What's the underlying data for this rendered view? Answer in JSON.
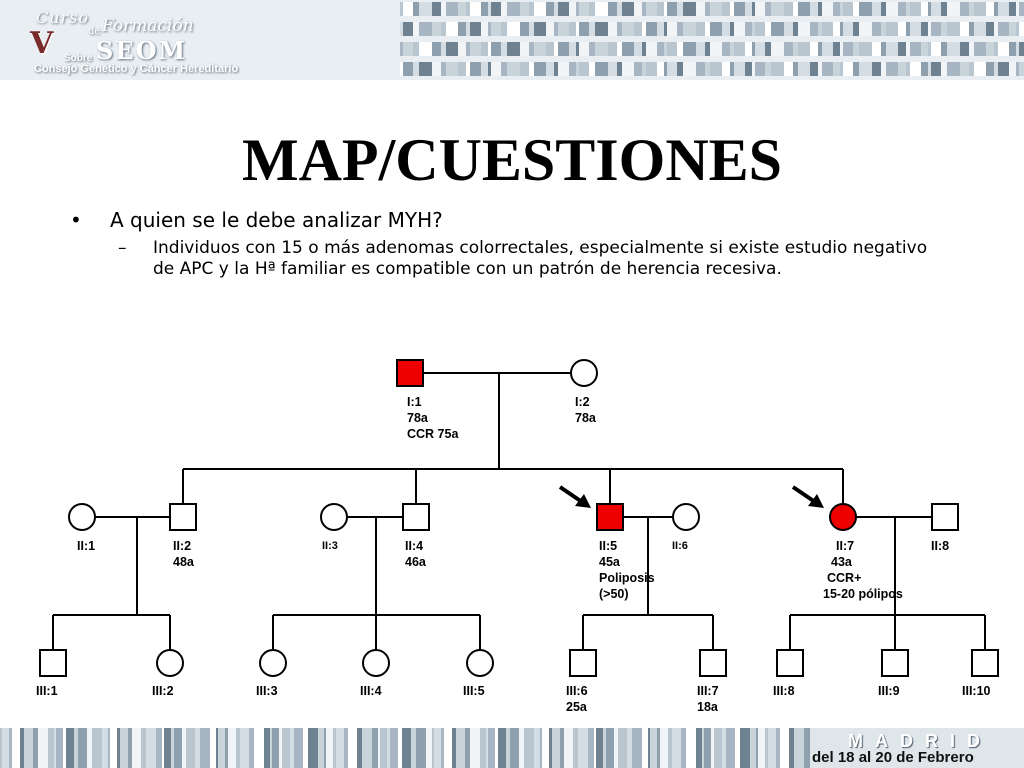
{
  "header": {
    "logo_curso": "Curso",
    "logo_de": "de",
    "logo_formacion": "Formación",
    "logo_seom": "SEOM",
    "logo_sobre": "Sobre",
    "logo_subtitle": "Consejo Genético y Cáncer Hereditario"
  },
  "slide": {
    "title": "MAP/CUESTIONES",
    "bullet1": "A quien se le debe analizar MYH?",
    "bullet2": "Individuos con 15 o más adenomas colorrectales, especialmente si existe estudio negativo de APC y la Hª familiar es compatible con un patrón de herencia recesiva.",
    "bullet_dot": "•",
    "bullet_dash": "–"
  },
  "colors": {
    "affected": "#ee0000",
    "unaffected": "#ffffff",
    "line": "#000000"
  },
  "pedigree": {
    "individuals": [
      {
        "id": "I:1",
        "sex": "male",
        "affected": true,
        "labels": [
          "I:1",
          "78a",
          "CCR 75a"
        ]
      },
      {
        "id": "I:2",
        "sex": "female",
        "affected": false,
        "labels": [
          "I:2",
          "78a"
        ]
      },
      {
        "id": "II:1",
        "sex": "female",
        "affected": false,
        "labels": [
          "II:1"
        ]
      },
      {
        "id": "II:2",
        "sex": "male",
        "affected": false,
        "labels": [
          "II:2",
          "48a"
        ]
      },
      {
        "id": "II:3",
        "sex": "female",
        "affected": false,
        "labels": [
          "II:3"
        ]
      },
      {
        "id": "II:4",
        "sex": "male",
        "affected": false,
        "labels": [
          "II:4",
          "46a"
        ]
      },
      {
        "id": "II:5",
        "sex": "male",
        "affected": true,
        "proband_arrow": true,
        "labels": [
          "II:5",
          "45a",
          "Poliposis",
          "(>50)"
        ]
      },
      {
        "id": "II:6",
        "sex": "female",
        "affected": false,
        "labels": [
          "II:6"
        ]
      },
      {
        "id": "II:7",
        "sex": "female",
        "affected": true,
        "proband_arrow": true,
        "labels": [
          "II:7",
          "43a",
          "CCR+",
          "15-20 pólipos"
        ]
      },
      {
        "id": "II:8",
        "sex": "male",
        "affected": false,
        "labels": [
          "II:8"
        ]
      },
      {
        "id": "III:1",
        "sex": "male",
        "affected": false,
        "labels": [
          "III:1"
        ]
      },
      {
        "id": "III:2",
        "sex": "female",
        "affected": false,
        "labels": [
          "III:2"
        ]
      },
      {
        "id": "III:3",
        "sex": "female",
        "affected": false,
        "labels": [
          "III:3"
        ]
      },
      {
        "id": "III:4",
        "sex": "female",
        "affected": false,
        "labels": [
          "III:4"
        ]
      },
      {
        "id": "III:5",
        "sex": "female",
        "affected": false,
        "labels": [
          "III:5"
        ]
      },
      {
        "id": "III:6",
        "sex": "male",
        "affected": false,
        "labels": [
          "III:6",
          "25a"
        ]
      },
      {
        "id": "III:7",
        "sex": "male",
        "affected": false,
        "labels": [
          "III:7",
          "18a"
        ]
      },
      {
        "id": "III:8",
        "sex": "male",
        "affected": false,
        "labels": [
          "III:8"
        ]
      },
      {
        "id": "III:9",
        "sex": "male",
        "affected": false,
        "labels": [
          "III:9"
        ]
      },
      {
        "id": "III:10",
        "sex": "male",
        "affected": false,
        "labels": [
          "III:10"
        ]
      }
    ],
    "couples": [
      {
        "partners": [
          "I:1",
          "I:2"
        ],
        "children": [
          "II:2",
          "II:4",
          "II:5",
          "II:7"
        ]
      },
      {
        "partners": [
          "II:1",
          "II:2"
        ],
        "children": [
          "III:1",
          "III:2"
        ]
      },
      {
        "partners": [
          "II:3",
          "II:4"
        ],
        "children": [
          "III:3",
          "III:4",
          "III:5"
        ]
      },
      {
        "partners": [
          "II:5",
          "II:6"
        ],
        "children": [
          "III:6",
          "III:7"
        ]
      },
      {
        "partners": [
          "II:7",
          "II:8"
        ],
        "children": [
          "III:8",
          "III:9",
          "III:10"
        ]
      }
    ]
  },
  "footer": {
    "city": "MADRID",
    "dates": "del 18 al 20 de Febrero"
  }
}
